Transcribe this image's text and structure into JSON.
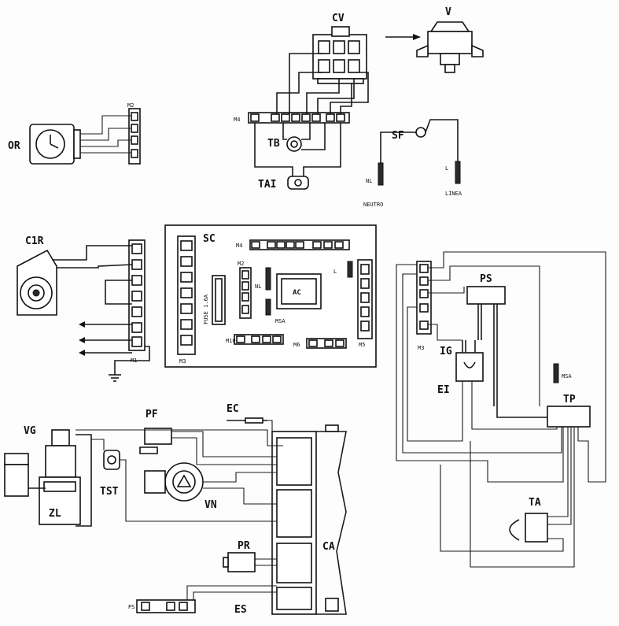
{
  "labels": {
    "cv": "CV",
    "v": "V",
    "or": "OR",
    "m2_top": "M2",
    "m4": "M4",
    "tb": "TB",
    "tai": "TAI",
    "sf": "SF",
    "nl": "NL",
    "l_top": "L",
    "neutro": "NEUTRO",
    "linea": "LINEA",
    "c1r": "C1R",
    "m1": "M1",
    "sc": "SC",
    "sc_m4": "M4",
    "sc_m2": "M2",
    "sc_nl": "NL",
    "sc_l": "L",
    "ac": "AC",
    "fuse": "FUSE 1.6A",
    "msa": "MSA",
    "m10": "M10",
    "m6": "M6",
    "m5": "M5",
    "m3": "M3",
    "m3_right": "M3",
    "ps": "PS",
    "ig": "IG",
    "ei": "EI",
    "msa_right": "MSA",
    "tp": "TP",
    "ta": "TA",
    "vg": "VG",
    "zl": "ZL",
    "pf": "PF",
    "ec": "EC",
    "tst": "TST",
    "vn": "VN",
    "pr": "PR",
    "ca": "CA",
    "es": "ES",
    "ps_left": "PS"
  }
}
